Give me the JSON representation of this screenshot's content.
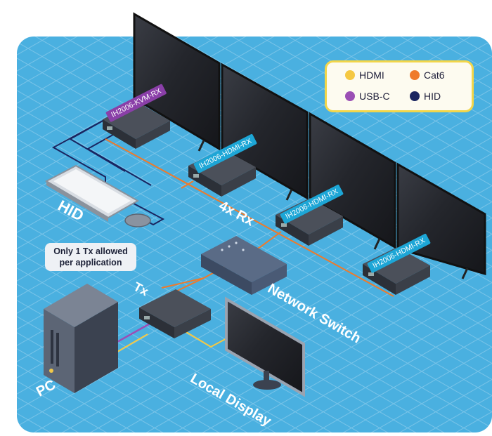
{
  "legend": {
    "items": [
      {
        "label": "HDMI",
        "color": "#f5c842"
      },
      {
        "label": "Cat6",
        "color": "#ef7a2a"
      },
      {
        "label": "USB-C",
        "color": "#9b4fb5"
      },
      {
        "label": "HID",
        "color": "#1a2560"
      }
    ]
  },
  "note": {
    "line1": "Only 1 Tx allowed",
    "line2": "per application"
  },
  "labels": {
    "hid": "HID",
    "rx": "4x Rx",
    "tx": "Tx",
    "pc": "PC",
    "network_switch": "Network Switch",
    "local_display": "Local Display"
  },
  "receivers": [
    {
      "tag": "IH2006-KVM-RX",
      "color": "#8a3fa8"
    },
    {
      "tag": "IH2006-HDMI-RX",
      "color": "#1da6d6"
    },
    {
      "tag": "IH2006-HDMI-RX",
      "color": "#1da6d6"
    },
    {
      "tag": "IH2006-HDMI-RX",
      "color": "#1da6d6"
    }
  ],
  "colors": {
    "background": "#4ab0e0",
    "grid": "#7cc6ea",
    "hdmi": "#f5c842",
    "cat6": "#ef7a2a",
    "usbc": "#9b4fb5",
    "hid": "#1a2560",
    "device": "#3a3f4a"
  }
}
